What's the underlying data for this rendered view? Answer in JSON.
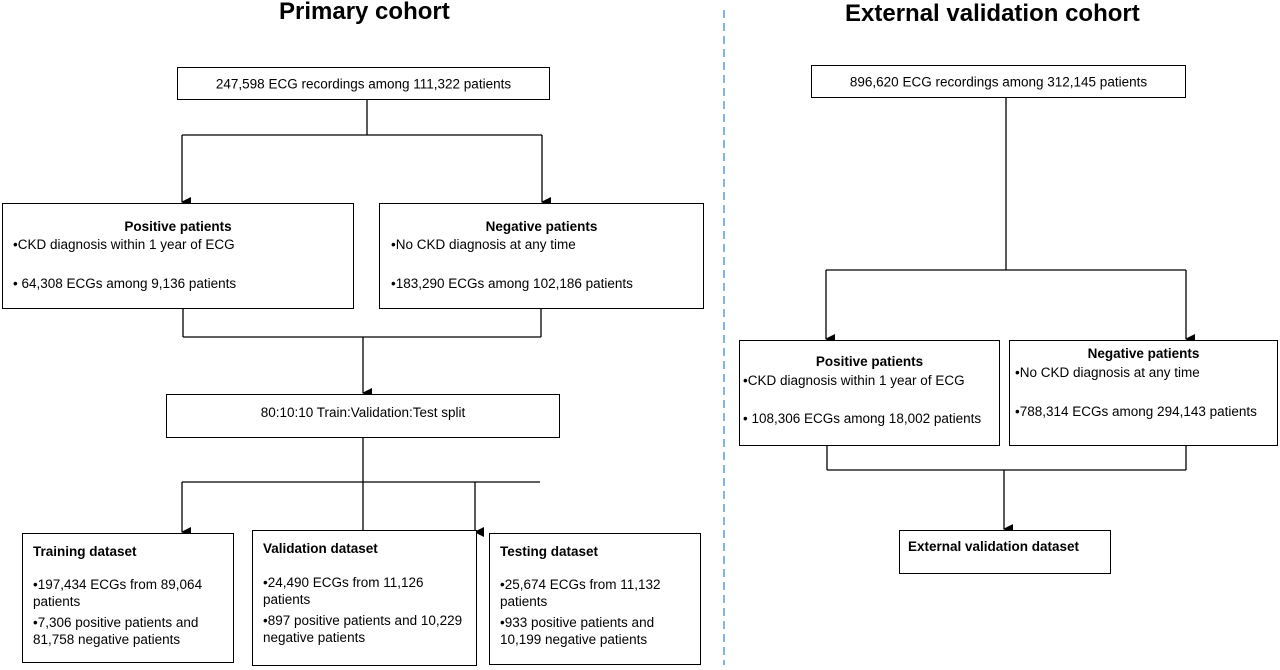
{
  "primary": {
    "title": "Primary cohort",
    "top_box": "247,598 ECG recordings among 111,322 patients",
    "positive": {
      "header": "Positive patients",
      "line1": "•CKD diagnosis within 1 year of ECG",
      "line2": "• 64,308 ECGs among 9,136 patients"
    },
    "negative": {
      "header": "Negative patients",
      "line1": "•No CKD diagnosis at any time",
      "line2": "•183,290 ECGs among 102,186  patients"
    },
    "split_box": "80:10:10 Train:Validation:Test split",
    "training": {
      "header": "Training dataset",
      "line1": "•197,434 ECGs from 89,064 patients",
      "line2": "•7,306 positive patients and 81,758 negative patients"
    },
    "validation": {
      "header": "Validation dataset",
      "line1": "•24,490 ECGs from 11,126 patients",
      "line2": "•897 positive patients and 10,229 negative patients"
    },
    "testing": {
      "header": "Testing dataset",
      "line1": "•25,674 ECGs from 11,132 patients",
      "line2": "•933 positive patients and 10,199 negative patients"
    }
  },
  "external": {
    "title": "External validation cohort",
    "top_box": "896,620 ECG recordings among 312,145 patients",
    "positive": {
      "header": "Positive patients",
      "line1": "•CKD diagnosis within 1 year of ECG",
      "line2": "• 108,306 ECGs among 18,002 patients"
    },
    "negative": {
      "header": "Negative patients",
      "line1": "•No CKD diagnosis at any time",
      "line2": "•788,314 ECGs among 294,143  patients"
    },
    "final_box": "External validation dataset"
  },
  "colors": {
    "divider": "#5b9bd5",
    "lines": "#000000"
  }
}
